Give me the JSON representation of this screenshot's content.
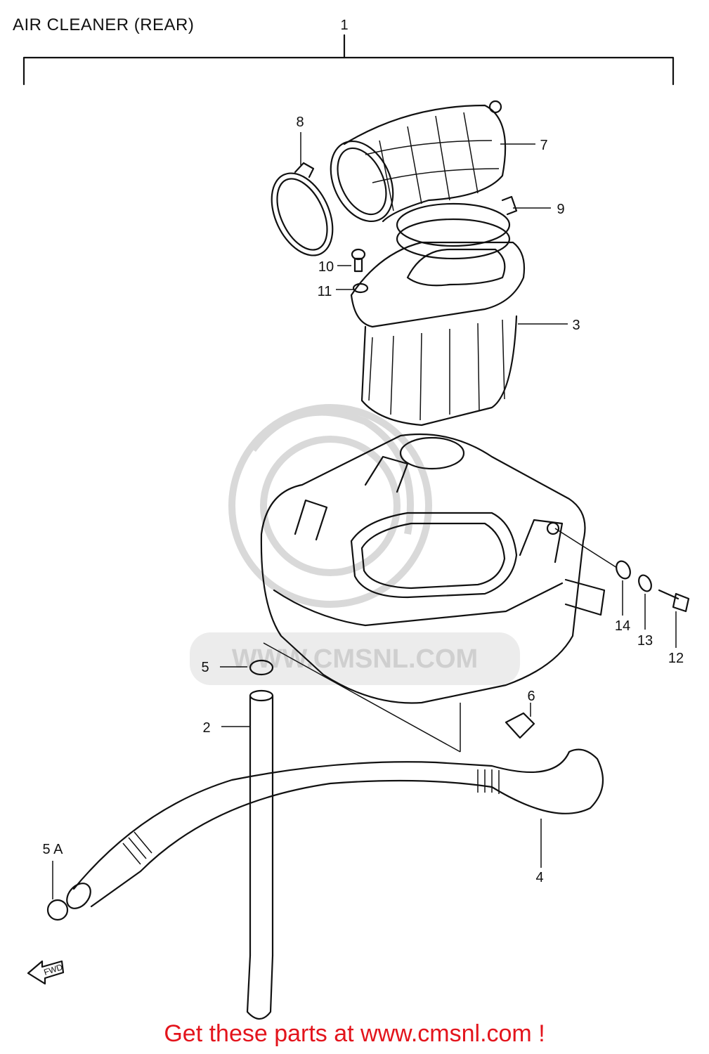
{
  "diagram": {
    "title": "AIR CLEANER (REAR)",
    "footer": "Get these parts at www.cmsnl.com !",
    "watermark_text": "WWW.CMSNL.COM",
    "direction_label": "FWD",
    "callouts": {
      "c1": "1",
      "c2": "2",
      "c3": "3",
      "c4": "4",
      "c5": "5",
      "c5a": "5 A",
      "c6": "6",
      "c7": "7",
      "c8": "8",
      "c9": "9",
      "c10": "10",
      "c11": "11",
      "c12": "12",
      "c13": "13",
      "c14": "14"
    }
  }
}
